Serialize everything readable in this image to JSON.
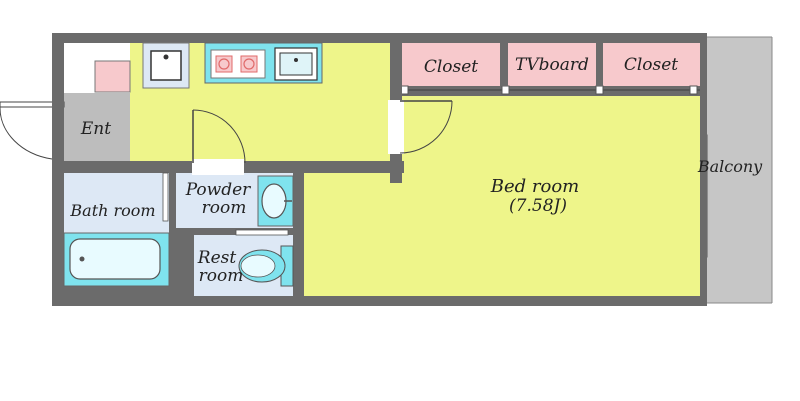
{
  "rooms": {
    "entrance": "Ent",
    "bath_room": "Bath room",
    "powder_room_line1": "Powder",
    "powder_room_line2": "room",
    "rest_room_line1": "Rest",
    "rest_room_line2": "room",
    "bed_room_line1": "Bed room",
    "bed_room_line2": "(7.58J)",
    "balcony": "Balcony"
  },
  "storage": {
    "closet_left": "Closet",
    "tv_board": "TVboard",
    "closet_right": "Closet"
  },
  "colors": {
    "wall": "#6b6b6b",
    "floor": "#eef58a",
    "entrance_floor": "#bdbdbd",
    "wet_area": "#dde8f5",
    "closet": "#f7c9cc",
    "balcony": "#c6c6c6",
    "fixture_cyan": "#7fe3ee"
  }
}
